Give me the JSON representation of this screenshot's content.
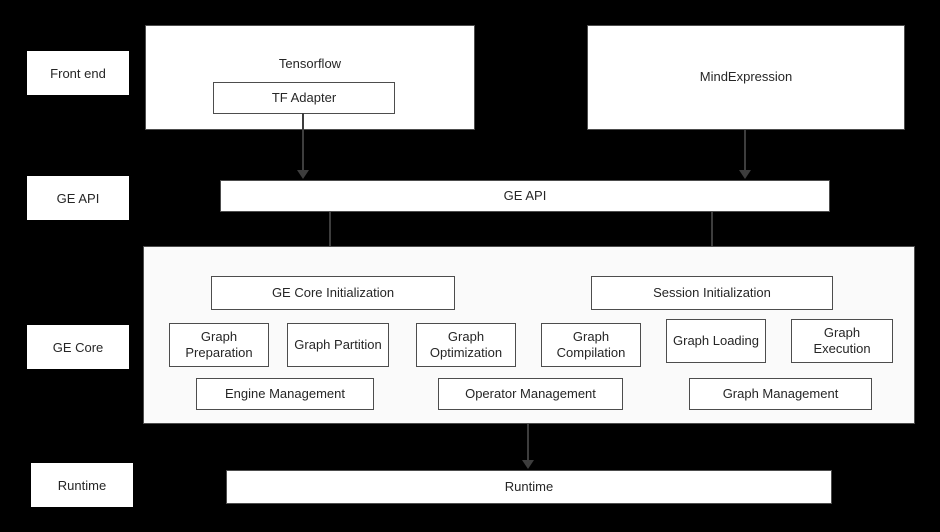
{
  "side_labels": [
    "Front end",
    "GE API",
    "GE Core",
    "Runtime"
  ],
  "frontend": {
    "tensorflow_label": "Tensorflow",
    "tf_adapter_label": "TF Adapter",
    "mindexpression_label": "MindExpression"
  },
  "ge_api_label": "GE API",
  "ge_core": {
    "init_boxes": [
      "GE Core Initialization",
      "Session Initialization"
    ],
    "stages": [
      "Graph Preparation",
      "Graph Partition",
      "Graph Optimization",
      "Graph Compilation",
      "Graph Loading",
      "Graph Execution"
    ],
    "management": [
      "Engine Management",
      "Operator Management",
      "Graph Management"
    ]
  },
  "runtime_label": "Runtime",
  "colors": {
    "background": "#000000",
    "box_fill": "#ffffff",
    "box_border": "#4d4d4d",
    "text": "#262626",
    "arrow": "#3d3d3d"
  }
}
